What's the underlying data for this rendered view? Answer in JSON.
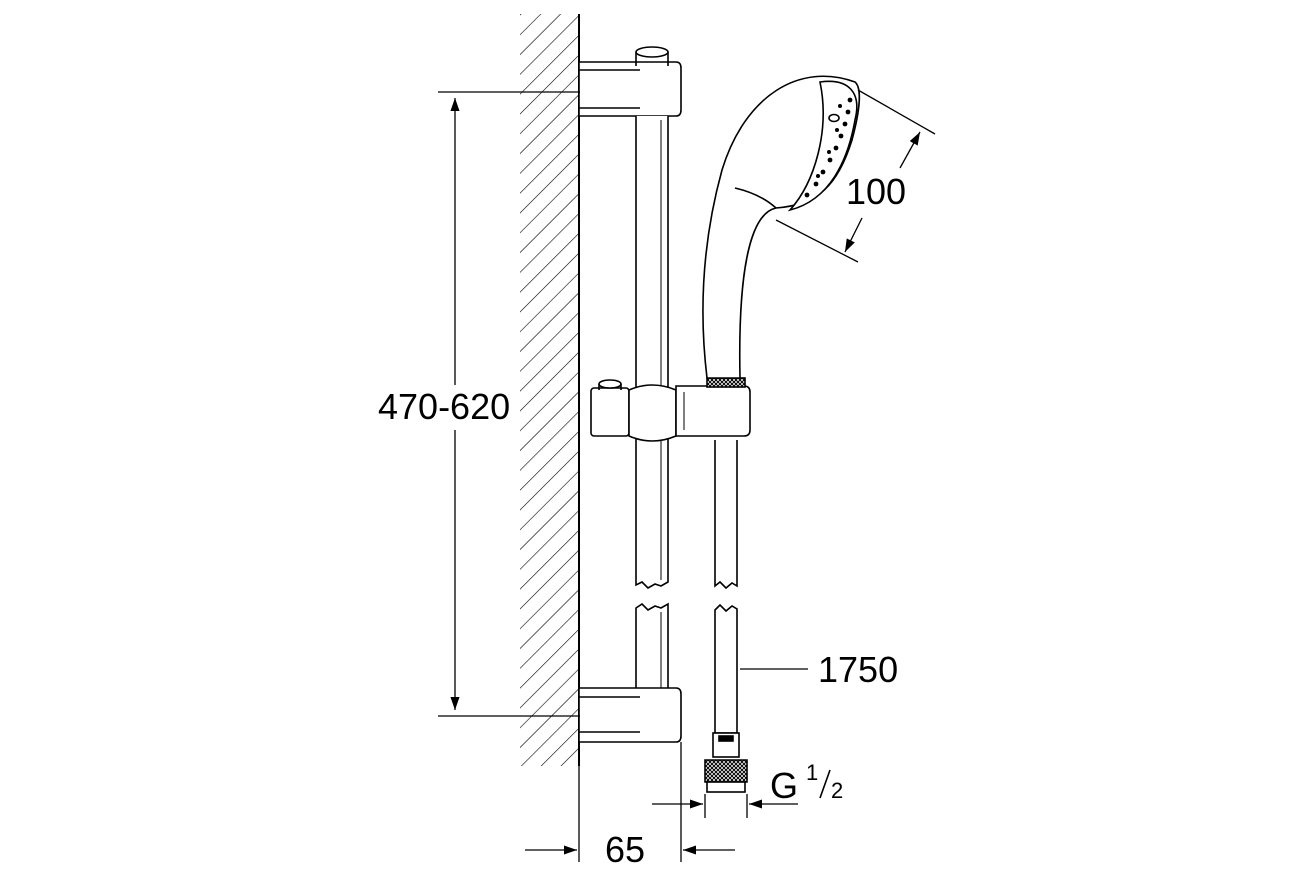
{
  "dimensions": {
    "rail_height": "470-620",
    "hand_shower_diameter": "100",
    "hose_length": "1750",
    "wall_offset": "65",
    "thread_letter": "G",
    "thread_numerator": "1",
    "thread_denominator": "2"
  },
  "colors": {
    "line": "#000000",
    "background": "#ffffff"
  }
}
